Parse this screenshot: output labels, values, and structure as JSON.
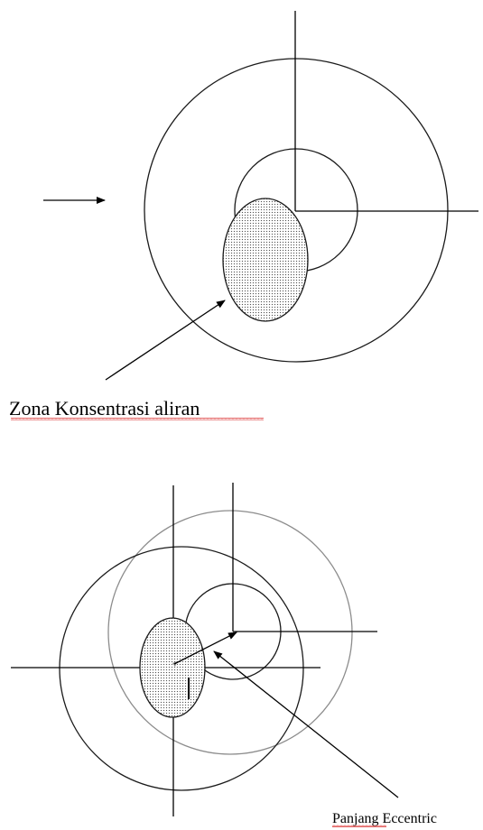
{
  "diagram_top": {
    "label": "Zona Konsentrasi aliran"
  },
  "diagram_bottom": {
    "label": "Panjang Eccentric",
    "eccentricity_mark": "l"
  },
  "colors": {
    "stroke": "#000000",
    "outer_circle_light": "#8c8c8c",
    "ellipse_fill_dots": "#555555",
    "spellcheck_underline": "#e05050"
  }
}
